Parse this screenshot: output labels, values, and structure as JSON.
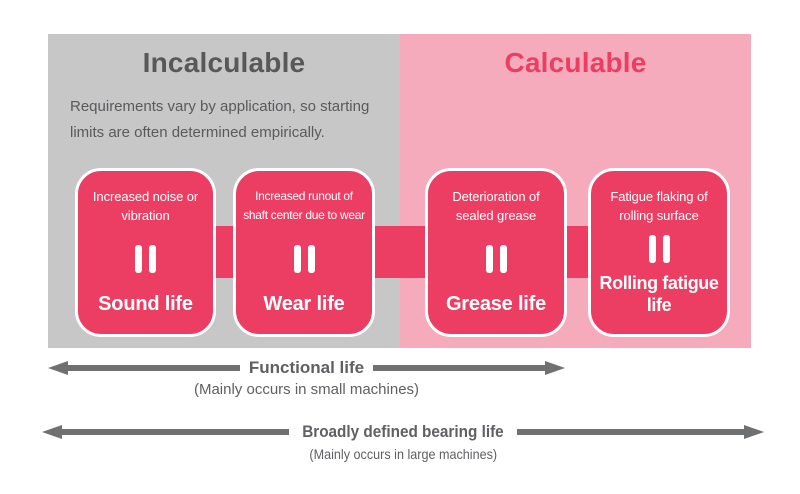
{
  "colors": {
    "incalculable_section_bg": "#c7c7c8",
    "calculable_section_bg": "#f5abbc",
    "box_and_band_pink": "#ec3e62",
    "incalculable_title_gray": "#58585a",
    "calculable_title_pink": "#ec3e62",
    "box_text_white": "#ffffff",
    "arrow_gray": "#6f7072"
  },
  "sections": {
    "incalculable": {
      "title": "Incalculable",
      "description": "Requirements vary by application, so starting\nlimits are often determined empirically."
    },
    "calculable": {
      "title": "Calculable"
    }
  },
  "boxes": [
    {
      "cause": "Increased noise or\nvibration",
      "label": "Sound life"
    },
    {
      "cause": "Increased runout of\nshaft center due to wear",
      "label": "Wear life"
    },
    {
      "cause": "Deterioration of\nsealed grease",
      "label": "Grease life"
    },
    {
      "cause": "Fatigue flaking of\nrolling surface",
      "label": "Rolling fatigue\nlife"
    }
  ],
  "icons": {
    "equals_icon": "‖"
  },
  "arrows": [
    {
      "label": "Functional life",
      "sublabel": "(Mainly occurs in small machines)"
    },
    {
      "label": "Broadly defined bearing life",
      "sublabel": "(Mainly occurs in large machines)"
    }
  ]
}
